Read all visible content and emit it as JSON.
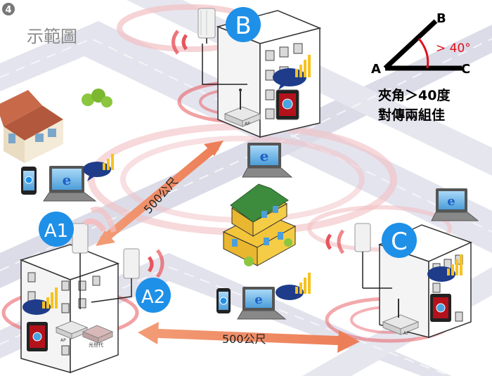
{
  "step_number": "4",
  "title": "示範圖",
  "angle_diagram": {
    "point_a": "A",
    "point_b": "B",
    "point_c": "C",
    "angle_label": "> 40°",
    "caption_line1": "夾角＞40度",
    "caption_line2": "對傳兩組佳"
  },
  "buildings": {
    "b_label": "B",
    "c_label": "C",
    "a1_label": "A1",
    "a2_label": "A2"
  },
  "device_labels": {
    "ap": "AP",
    "modem": "光世代"
  },
  "links": {
    "diagonal_distance": "500公尺",
    "horizontal_distance": "500公尺"
  },
  "colors": {
    "badge_blue": "#1e90e8",
    "arrow_orange": "#ef8f64",
    "signal_red": "#e8535a",
    "road_gray": "#c9c9d6",
    "angle_red": "#e0101a"
  }
}
